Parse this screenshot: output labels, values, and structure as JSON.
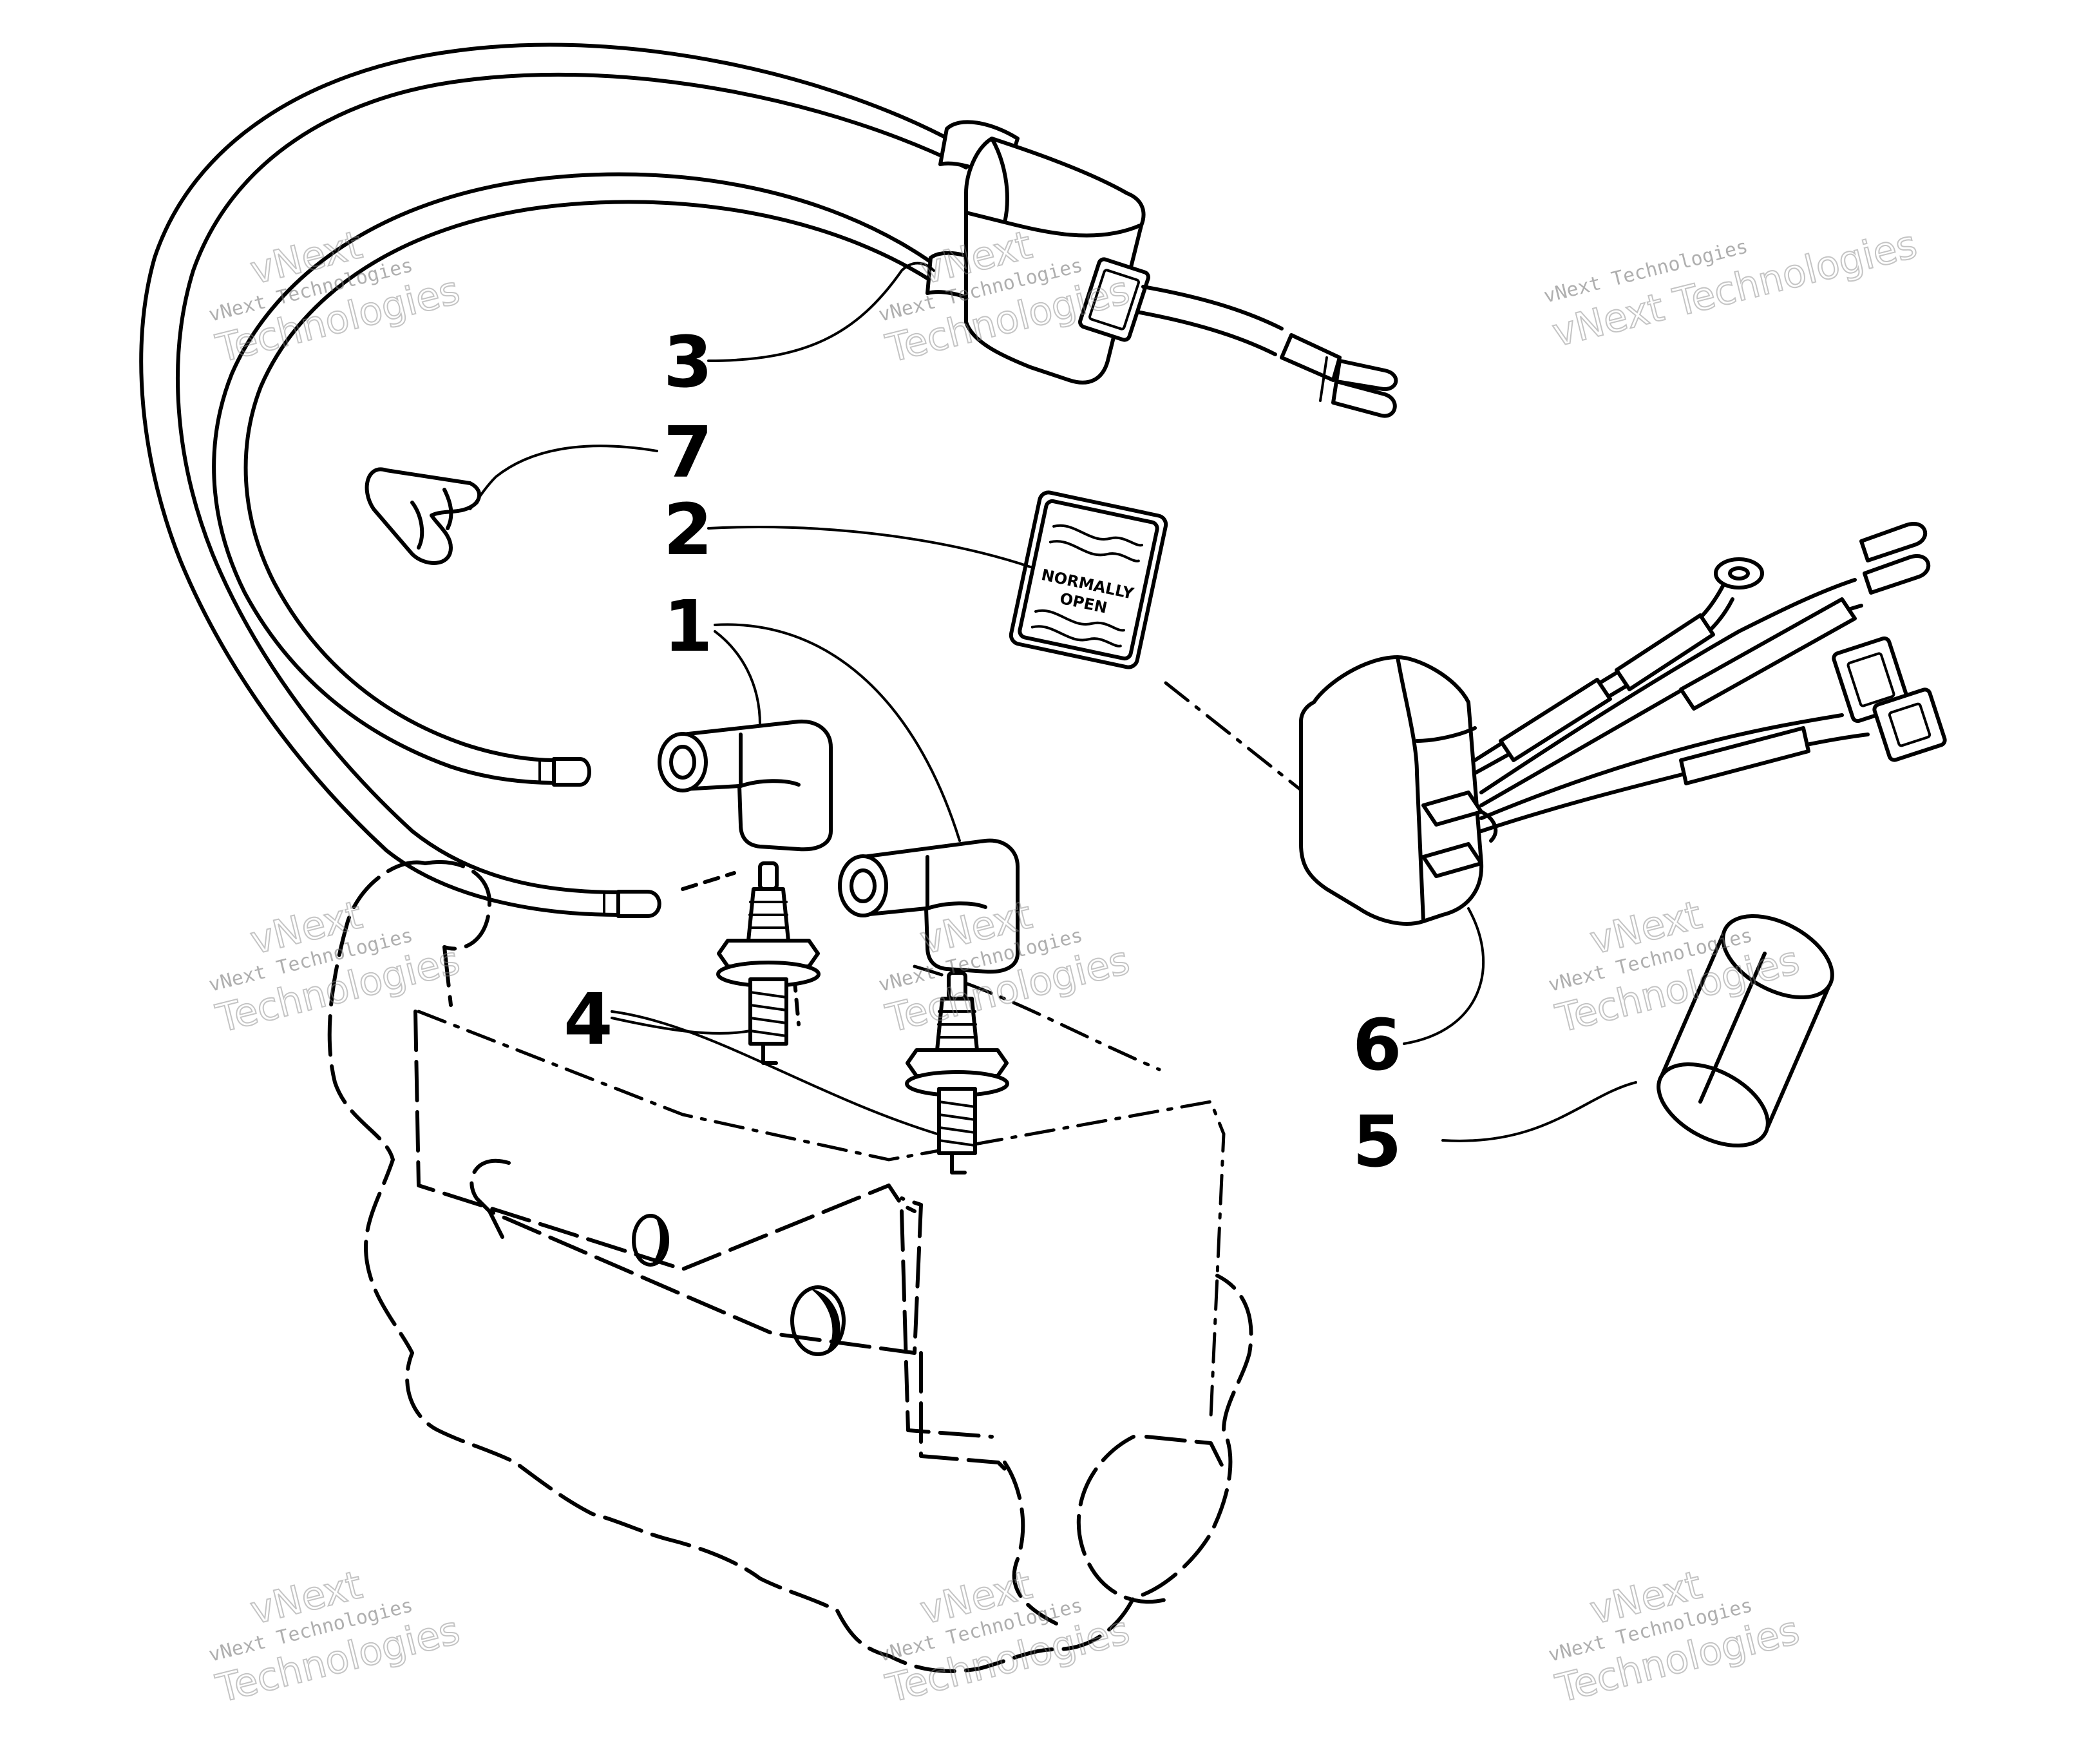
{
  "callouts": {
    "c1": "1",
    "c2": "2",
    "c3": "3",
    "c4": "4",
    "c5": "5",
    "c6": "6",
    "c7": "7"
  },
  "decal": {
    "line1": "NORMALLY",
    "line2": "OPEN"
  },
  "watermark": {
    "line_small": "vNext Technologies",
    "line_big_1": "vNext",
    "line_big_2": "Technologies",
    "line_big_3": "vNext Technologies"
  }
}
